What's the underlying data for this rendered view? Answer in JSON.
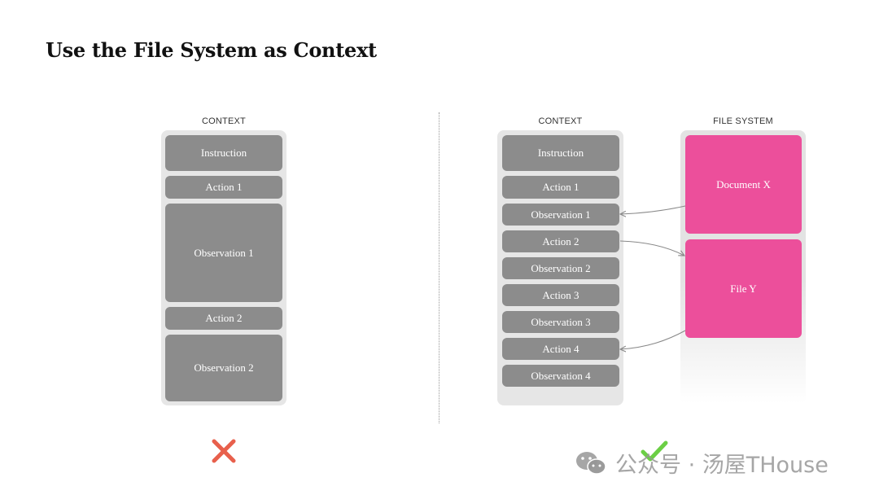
{
  "title": "Use the File System as Context",
  "left": {
    "label": "CONTEXT",
    "blocks": [
      "Instruction",
      "Action 1",
      "Observation 1",
      "Action 2",
      "Observation 2"
    ]
  },
  "right": {
    "context_label": "CONTEXT",
    "filesystem_label": "FILE SYSTEM",
    "blocks": [
      "Instruction",
      "Action 1",
      "Observation 1",
      "Action 2",
      "Observation 2",
      "Action 3",
      "Observation 3",
      "Action 4",
      "Observation 4"
    ],
    "files": [
      "Document X",
      "File Y"
    ]
  },
  "watermark": {
    "text": "公众号 · 汤屋THouse"
  },
  "colors": {
    "block": "#8c8c8c",
    "panel": "#e6e6e6",
    "file": "#ec4f9b",
    "cross": "#e8604c",
    "check": "#6bcf45"
  }
}
